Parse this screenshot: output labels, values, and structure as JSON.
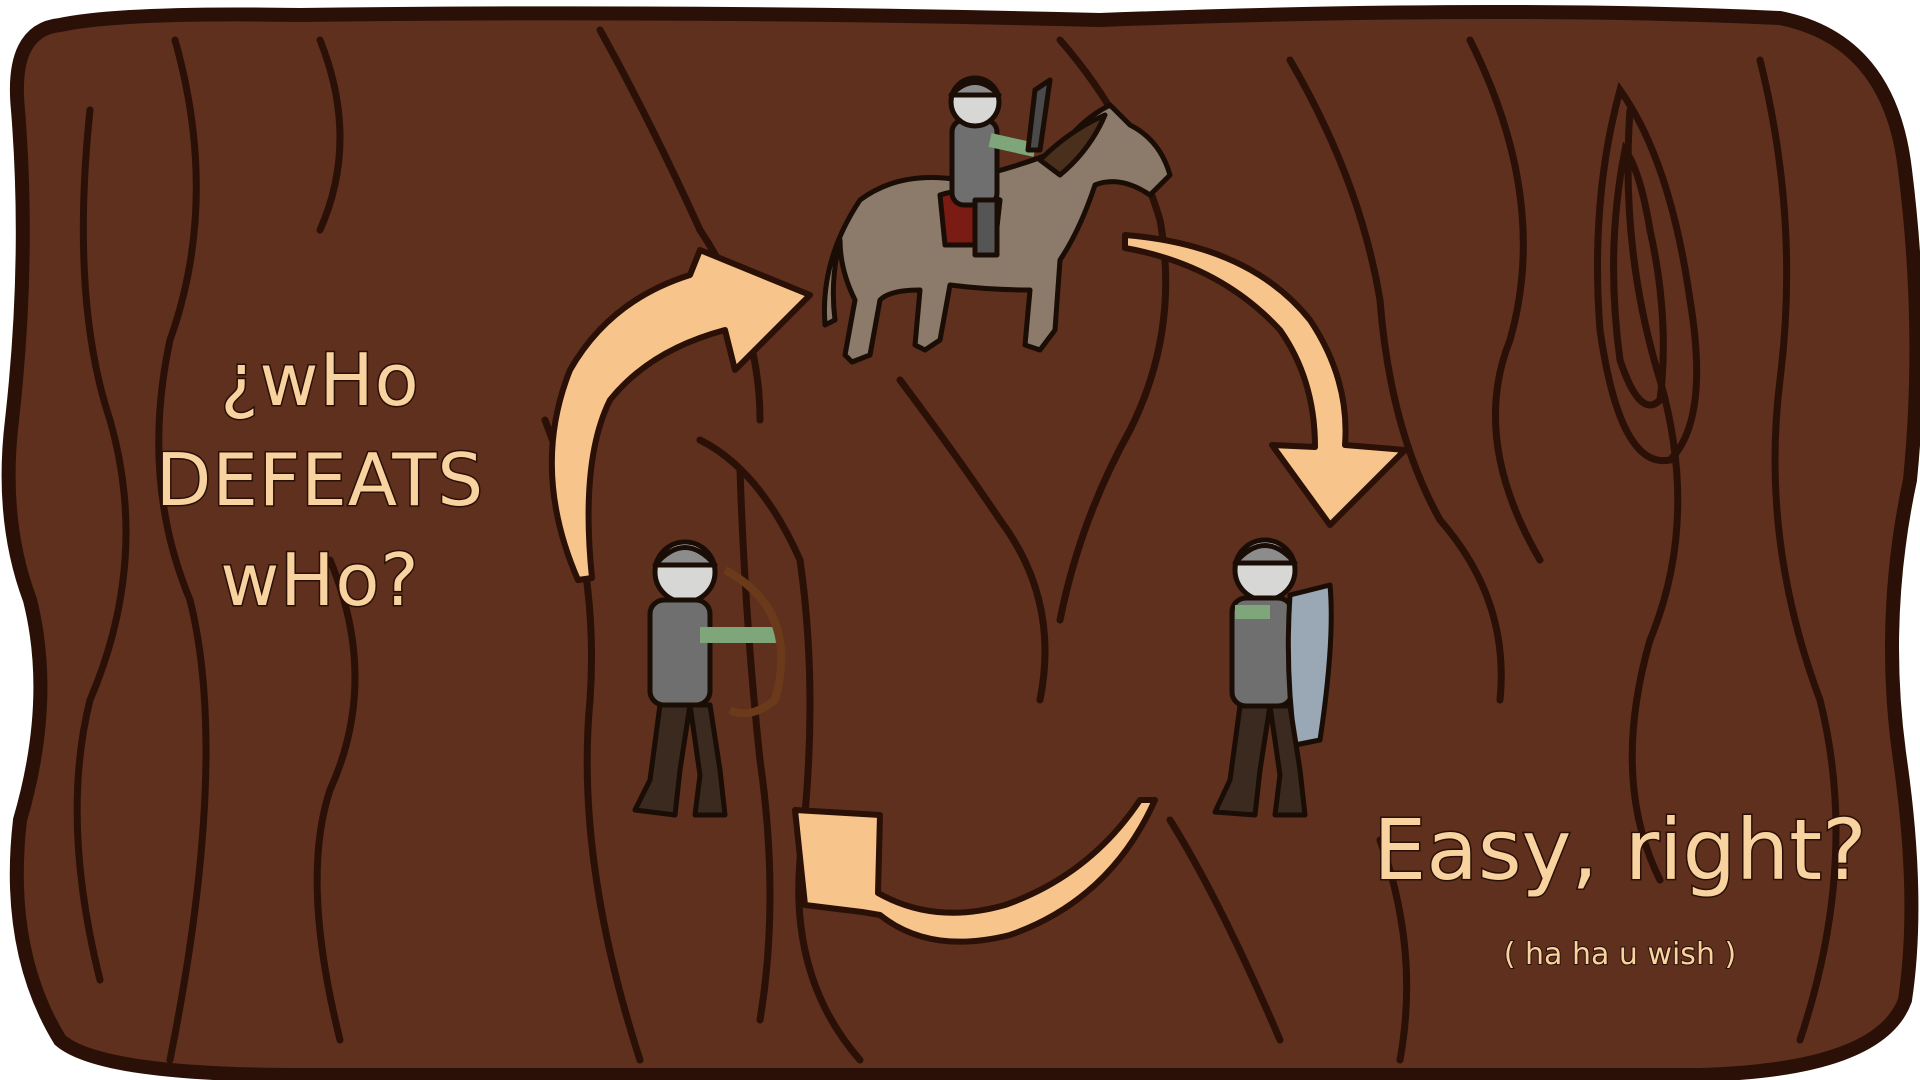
{
  "title_lines": [
    "¿wHo",
    "DEFEATS",
    "wHo?"
  ],
  "easy_text": "Easy, right?",
  "aside_text": "( ha ha u wish )",
  "units": [
    {
      "name": "cavalry",
      "role": "horseman-with-sword"
    },
    {
      "name": "archer",
      "role": "bowman"
    },
    {
      "name": "spearman",
      "role": "shield-bearer"
    }
  ],
  "arrow_cycle": [
    "archer",
    "cavalry",
    "spearman",
    "archer"
  ],
  "colors": {
    "wood": "#5e301d",
    "wood_outline": "#2a1006",
    "text_fill": "#f8d3a0",
    "arrow": "#f7c48c",
    "armor": "#6f6f70",
    "tunic_green": "#7fa57a",
    "horse": "#8c7a6a",
    "shield": "#9aa7b4"
  }
}
